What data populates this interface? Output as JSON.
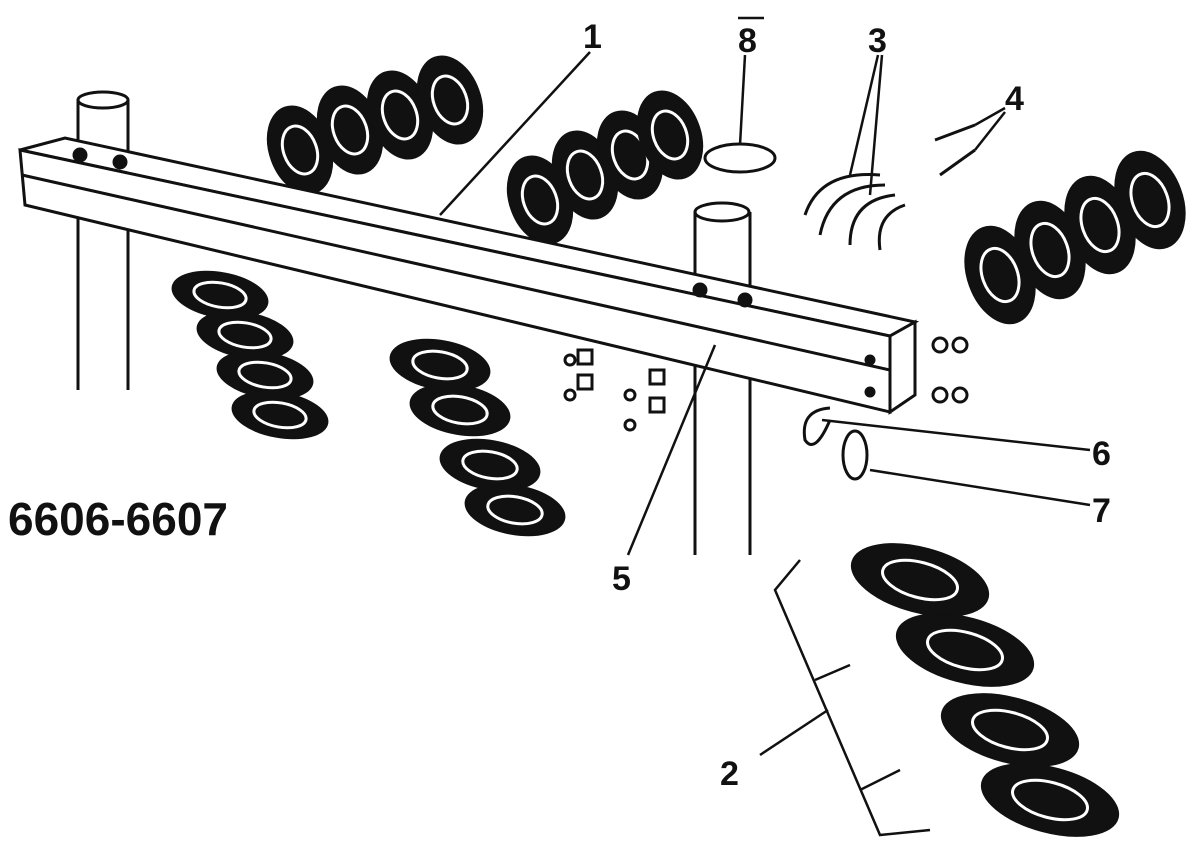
{
  "figure_code": "6606-6607",
  "callouts": {
    "c1": "1",
    "c2": "2",
    "c3": "3",
    "c4": "4",
    "c5": "5",
    "c6": "6",
    "c7": "7",
    "c8": "8"
  },
  "colors": {
    "ink": "#111111",
    "paper": "#ffffff"
  }
}
